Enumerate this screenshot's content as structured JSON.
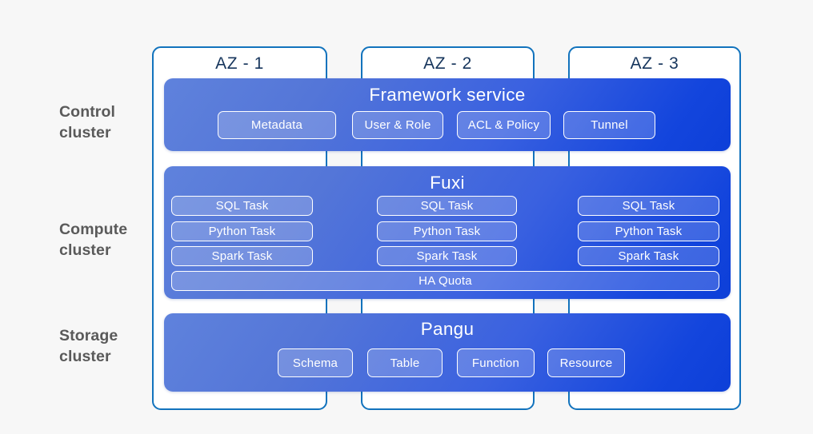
{
  "diagram": {
    "background_color": "#f7f7f7",
    "accent_border_color": "#1273bd",
    "band_gradient_from": "#5f82dc",
    "band_gradient_to": "#0d3fd8",
    "row_labels": [
      {
        "id": "control",
        "text": "Control\ncluster"
      },
      {
        "id": "compute",
        "text": "Compute\ncluster"
      },
      {
        "id": "storage",
        "text": "Storage\ncluster"
      }
    ],
    "zones": [
      {
        "id": "az1",
        "title": "AZ - 1"
      },
      {
        "id": "az2",
        "title": "AZ - 2"
      },
      {
        "id": "az3",
        "title": "AZ - 3"
      }
    ],
    "bands": [
      {
        "id": "framework",
        "title": "Framework service",
        "components": [
          "Metadata",
          "User & Role",
          "ACL & Policy",
          "Tunnel"
        ]
      },
      {
        "id": "fuxi",
        "title": "Fuxi",
        "columns": [
          {
            "zone": "AZ - 1",
            "tasks": [
              "SQL Task",
              "Python Task",
              "Spark Task"
            ]
          },
          {
            "zone": "AZ - 2",
            "tasks": [
              "SQL Task",
              "Python Task",
              "Spark Task"
            ]
          },
          {
            "zone": "AZ - 3",
            "tasks": [
              "SQL Task",
              "Python Task",
              "Spark Task"
            ]
          }
        ],
        "full_width_component": "HA Quota"
      },
      {
        "id": "pangu",
        "title": "Pangu",
        "components": [
          "Schema",
          "Table",
          "Function",
          "Resource"
        ]
      }
    ]
  }
}
